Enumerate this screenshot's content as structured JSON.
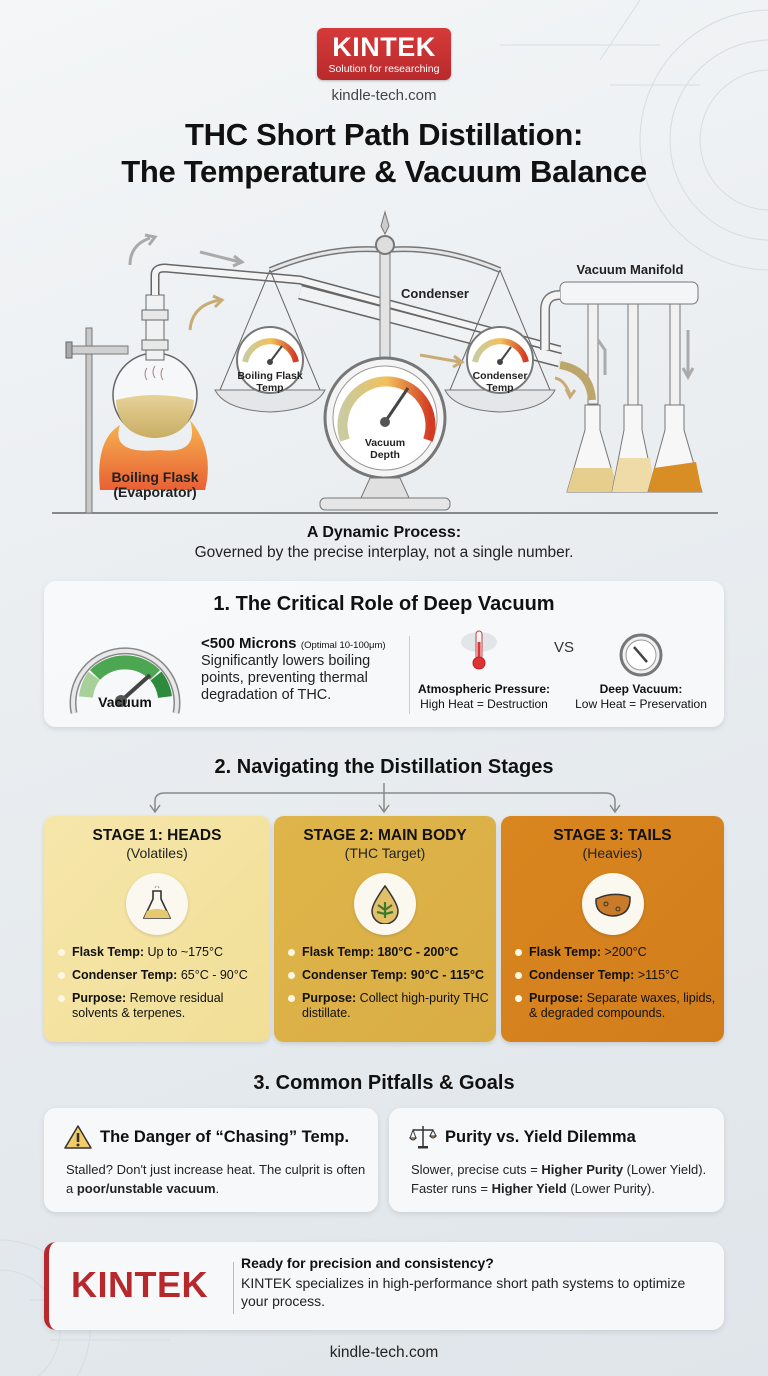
{
  "header": {
    "logo_brand": "KINTEK",
    "logo_tagline": "Solution for researching",
    "website": "kindle-tech.com",
    "title_line1": "THC Short Path Distillation:",
    "title_line2": "The Temperature & Vacuum Balance"
  },
  "hero_diagram": {
    "labels": {
      "boiling_flask": "Boiling Flask",
      "boiling_flask_sub": "(Evaporator)",
      "condenser": "Condenser",
      "vacuum_manifold": "Vacuum Manifold",
      "gauge_left_line1": "Boiling Flask",
      "gauge_left_line2": "Temp",
      "gauge_center_line1": "Vacuum",
      "gauge_center_line2": "Depth",
      "gauge_right_line1": "Condenser",
      "gauge_right_line2": "Temp"
    }
  },
  "dynamic_process": {
    "heading": "A Dynamic Process:",
    "subtitle": "Governed by the precise interplay, not a single number."
  },
  "section1": {
    "title": "1. The Critical Role of Deep Vacuum",
    "gauge_label": "Vacuum",
    "microns_big": "<500 Microns",
    "microns_small": "(Optimal 10-100μm)",
    "description": "Significantly lowers boiling points, preventing thermal degradation of THC.",
    "compare_left_title": "Atmospheric Pressure:",
    "compare_left_text": "High Heat = Destruction",
    "vs": "VS",
    "compare_right_title": "Deep Vacuum:",
    "compare_right_text": "Low Heat = Preservation"
  },
  "section2": {
    "title": "2. Navigating the Distillation Stages",
    "stages": [
      {
        "title": "STAGE 1: HEADS",
        "subtitle": "(Volatiles)",
        "icon": "flask-icon",
        "color": "#f3e2a0",
        "items": [
          {
            "label": "Flask Temp:",
            "value": " Up to ~175°C"
          },
          {
            "label": "Condenser Temp:",
            "value": " 65°C - 90°C"
          },
          {
            "label": "Purpose:",
            "value": " Remove residual solvents & terpenes."
          }
        ]
      },
      {
        "title": "STAGE 2: MAIN BODY",
        "subtitle": "(THC Target)",
        "icon": "cannabis-drop-icon",
        "color": "#dcb148",
        "items": [
          {
            "label": "Flask Temp: 180°C - 200°C",
            "value": ""
          },
          {
            "label": "Condenser Temp: 90°C - 115°C",
            "value": ""
          },
          {
            "label": "Purpose:",
            "value": " Collect high-purity THC distillate."
          }
        ]
      },
      {
        "title": "STAGE 3: TAILS",
        "subtitle": "(Heavies)",
        "icon": "bowl-heavies-icon",
        "color": "#d5821e",
        "items": [
          {
            "label": "Flask Temp:",
            "value": " >200°C"
          },
          {
            "label": "Condenser Temp:",
            "value": " >115°C"
          },
          {
            "label": "Purpose:",
            "value": " Separate waxes, lipids, & degraded compounds."
          }
        ]
      }
    ]
  },
  "section3": {
    "title": "3. Common Pitfalls & Goals",
    "pitfall": {
      "icon": "warning-icon",
      "title": "The Danger of “Chasing” Temp.",
      "text_pre": "Stalled? Don't just increase heat. The culprit is often a ",
      "text_bold": "poor/unstable vacuum",
      "text_post": "."
    },
    "dilemma": {
      "icon": "balance-scale-icon",
      "title": "Purity vs. Yield Dilemma",
      "line1_pre": "Slower, precise cuts = ",
      "line1_bold": "Higher Purity",
      "line1_post": " (Lower Yield).",
      "line2_pre": "Faster runs = ",
      "line2_bold": "Higher Yield",
      "line2_post": " (Lower Purity)."
    }
  },
  "cta": {
    "brand": "KINTEK",
    "heading": "Ready for precision and consistency?",
    "text": "KINTEK specializes in high-performance short path systems to optimize your process."
  },
  "footer": {
    "website": "kindle-tech.com"
  },
  "colors": {
    "brand_red": "#c3302f",
    "stage1": "#f3e2a0",
    "stage2": "#dcb148",
    "stage3": "#d5821e"
  }
}
